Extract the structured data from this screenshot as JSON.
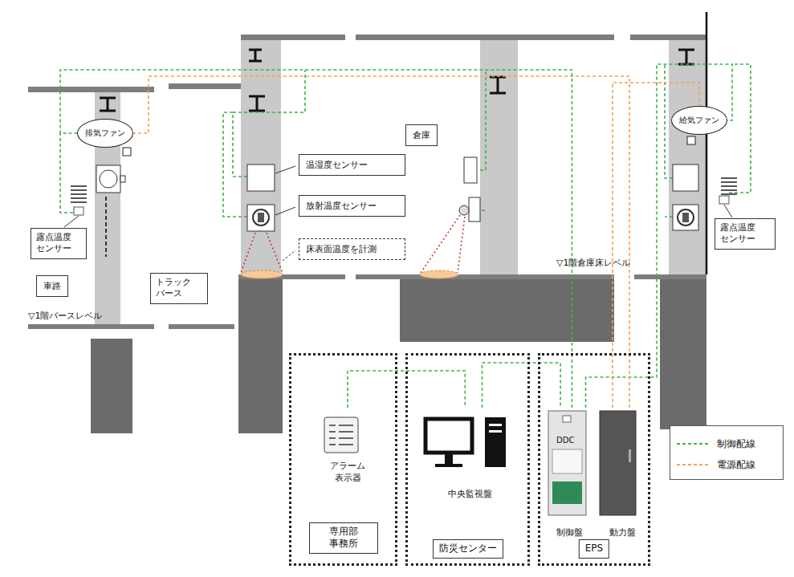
{
  "diagram": {
    "nodes": [
      {
        "text": [
          "排気ファン"
        ]
      },
      {
        "text": [
          "露点温度 センサー"
        ]
      },
      {
        "text": [
          "車路"
        ]
      },
      {
        "text": [
          "トラック バース"
        ]
      },
      {
        "text": [
          "温湿度センサー"
        ]
      },
      {
        "text": [
          "放射温度センサー"
        ]
      },
      {
        "text": [
          "床表面温度を計測"
        ]
      },
      {
        "text": [
          "倉庫"
        ]
      },
      {
        "text": [
          "給気ファン"
        ]
      },
      {
        "text": [
          "露点温度 センサー"
        ]
      },
      {
        "text": [
          "専用部 事務所"
        ]
      },
      {
        "text": [
          "アラーム 表示器"
        ],
        "in": 10
      },
      {
        "text": [
          "防災センター"
        ]
      },
      {
        "text": [
          "中央監視盤"
        ],
        "in": 12
      },
      {
        "text": [
          "EPS"
        ]
      },
      {
        "text": [
          "制御盤"
        ],
        "in": 14
      },
      {
        "text": [
          "動力盤"
        ],
        "in": 14
      }
    ],
    "edges": [
      {
        "from": 11,
        "to": 13,
        "arrow": "none"
      },
      {
        "from": 13,
        "to": 15,
        "arrow": "none"
      },
      {
        "from": 15,
        "to": 8,
        "arrow": "none"
      },
      {
        "from": 16,
        "to": 8,
        "arrow": "none"
      },
      {
        "from": 16,
        "to": 0,
        "arrow": "none"
      },
      {
        "from": 15,
        "to": 0,
        "arrow": "none"
      }
    ],
    "labels": [
      "▽1階バースレベル",
      "▽1階倉庫床レベル",
      "DDC"
    ],
    "legend": [
      {
        "text": "制御配線"
      },
      {
        "text": "電源配線"
      }
    ]
  }
}
